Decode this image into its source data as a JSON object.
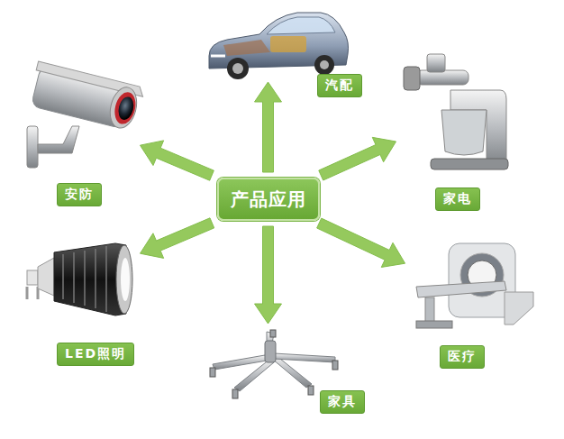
{
  "diagram": {
    "nodes": [
      {
        "text": [
          "产品应用"
        ]
      },
      {
        "text": [
          "汽配"
        ]
      },
      {
        "text": [
          "家电"
        ]
      },
      {
        "text": [
          "医疗"
        ]
      },
      {
        "text": [
          "家具"
        ]
      },
      {
        "text": [
          "LED照明"
        ]
      },
      {
        "text": [
          "安防"
        ]
      }
    ],
    "edges": [
      {
        "from": 0,
        "to": 1,
        "arrow": "to"
      },
      {
        "from": 0,
        "to": 2,
        "arrow": "to"
      },
      {
        "from": 0,
        "to": 3,
        "arrow": "to"
      },
      {
        "from": 0,
        "to": 4,
        "arrow": "to"
      },
      {
        "from": 0,
        "to": 5,
        "arrow": "to"
      },
      {
        "from": 0,
        "to": 6,
        "arrow": "to"
      }
    ]
  }
}
